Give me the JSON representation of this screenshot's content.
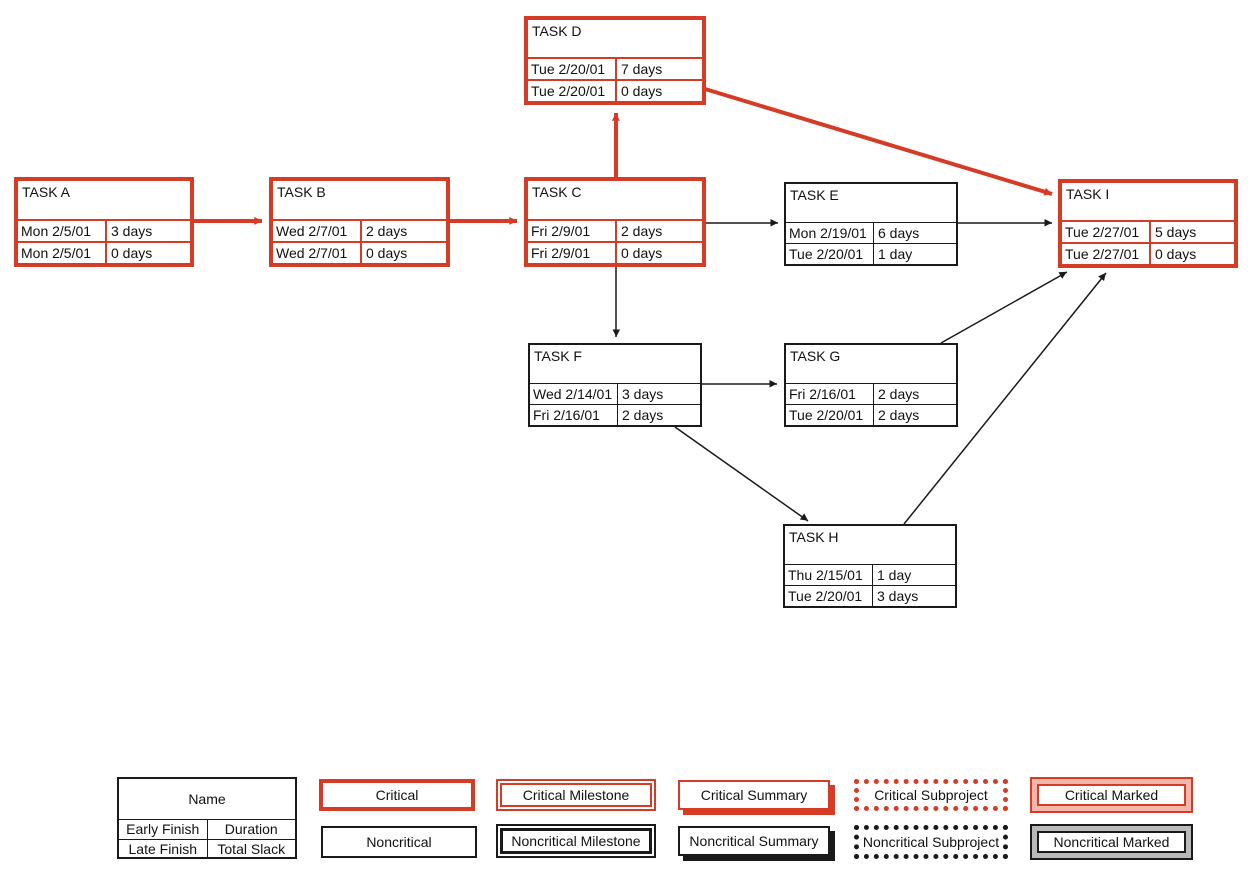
{
  "colors": {
    "critical": "#d63b25",
    "noncritical": "#1a1a1a"
  },
  "tasks": {
    "a": {
      "name": "TASK A",
      "early_finish": "Mon 2/5/01",
      "duration": "3 days",
      "late_finish": "Mon 2/5/01",
      "total_slack": "0 days",
      "critical": true
    },
    "b": {
      "name": "TASK B",
      "early_finish": "Wed 2/7/01",
      "duration": "2 days",
      "late_finish": "Wed 2/7/01",
      "total_slack": "0 days",
      "critical": true
    },
    "c": {
      "name": "TASK C",
      "early_finish": "Fri 2/9/01",
      "duration": "2 days",
      "late_finish": "Fri 2/9/01",
      "total_slack": "0 days",
      "critical": true
    },
    "d": {
      "name": "TASK D",
      "early_finish": "Tue 2/20/01",
      "duration": "7 days",
      "late_finish": "Tue 2/20/01",
      "total_slack": "0 days",
      "critical": true
    },
    "e": {
      "name": "TASK E",
      "early_finish": "Mon 2/19/01",
      "duration": "6 days",
      "late_finish": "Tue 2/20/01",
      "total_slack": "1 day",
      "critical": false
    },
    "f": {
      "name": "TASK F",
      "early_finish": "Wed 2/14/01",
      "duration": "3 days",
      "late_finish": "Fri 2/16/01",
      "total_slack": "2 days",
      "critical": false
    },
    "g": {
      "name": "TASK G",
      "early_finish": "Fri 2/16/01",
      "duration": "2 days",
      "late_finish": "Tue 2/20/01",
      "total_slack": "2 days",
      "critical": false
    },
    "h": {
      "name": "TASK H",
      "early_finish": "Thu 2/15/01",
      "duration": "1 day",
      "late_finish": "Tue 2/20/01",
      "total_slack": "3 days",
      "critical": false
    },
    "i": {
      "name": "TASK I",
      "early_finish": "Tue 2/27/01",
      "duration": "5 days",
      "late_finish": "Tue 2/27/01",
      "total_slack": "0 days",
      "critical": true
    }
  },
  "dependencies": [
    {
      "from": "TASK A",
      "to": "TASK B",
      "critical": true
    },
    {
      "from": "TASK B",
      "to": "TASK C",
      "critical": true
    },
    {
      "from": "TASK C",
      "to": "TASK D",
      "critical": true
    },
    {
      "from": "TASK D",
      "to": "TASK I",
      "critical": true
    },
    {
      "from": "TASK C",
      "to": "TASK E",
      "critical": false
    },
    {
      "from": "TASK E",
      "to": "TASK I",
      "critical": false
    },
    {
      "from": "TASK C",
      "to": "TASK F",
      "critical": false
    },
    {
      "from": "TASK F",
      "to": "TASK G",
      "critical": false
    },
    {
      "from": "TASK F",
      "to": "TASK H",
      "critical": false
    },
    {
      "from": "TASK G",
      "to": "TASK I",
      "critical": false
    },
    {
      "from": "TASK H",
      "to": "TASK I",
      "critical": false
    }
  ],
  "legend": {
    "key": {
      "name": "Name",
      "early_finish": "Early Finish",
      "duration": "Duration",
      "late_finish": "Late Finish",
      "total_slack": "Total Slack"
    },
    "critical": "Critical",
    "noncritical": "Noncritical",
    "critical_milestone": "Critical Milestone",
    "noncritical_milestone": "Noncritical Milestone",
    "critical_summary": "Critical Summary",
    "noncritical_summary": "Noncritical Summary",
    "critical_subproject": "Critical Subproject",
    "noncritical_subproject": "Noncritical Subproject",
    "critical_marked": "Critical Marked",
    "noncritical_marked": "Noncritical Marked"
  }
}
